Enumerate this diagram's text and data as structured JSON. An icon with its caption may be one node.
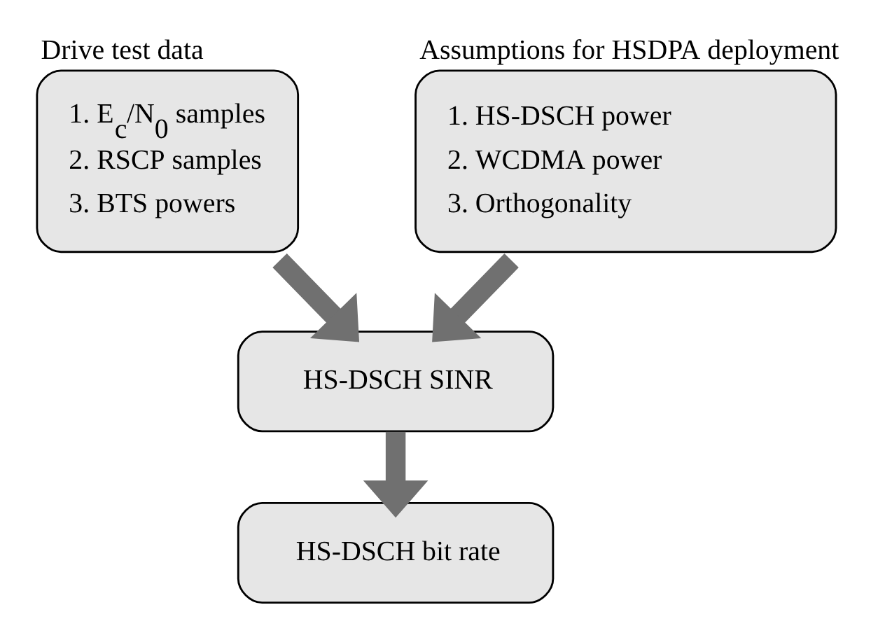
{
  "diagram": {
    "nodes": [
      {
        "text": [
          "Drive test data",
          "1. E$_{c}$/N$_{0}$ samples",
          "2. RSCP samples",
          "3. BTS powers"
        ]
      },
      {
        "text": [
          "Assumptions for HSDPA deployment",
          "1. HS-DSCH power",
          "2. WCDMA power",
          "3. Orthogonality"
        ]
      },
      {
        "text": [
          "HS-DSCH SINR"
        ]
      },
      {
        "text": [
          "HS-DSCH bit rate"
        ]
      }
    ],
    "edges": [
      {
        "from": 0,
        "to": 2,
        "arrow": "to"
      },
      {
        "from": 1,
        "to": 2,
        "arrow": "to"
      },
      {
        "from": 2,
        "to": 3,
        "arrow": "to"
      }
    ]
  }
}
